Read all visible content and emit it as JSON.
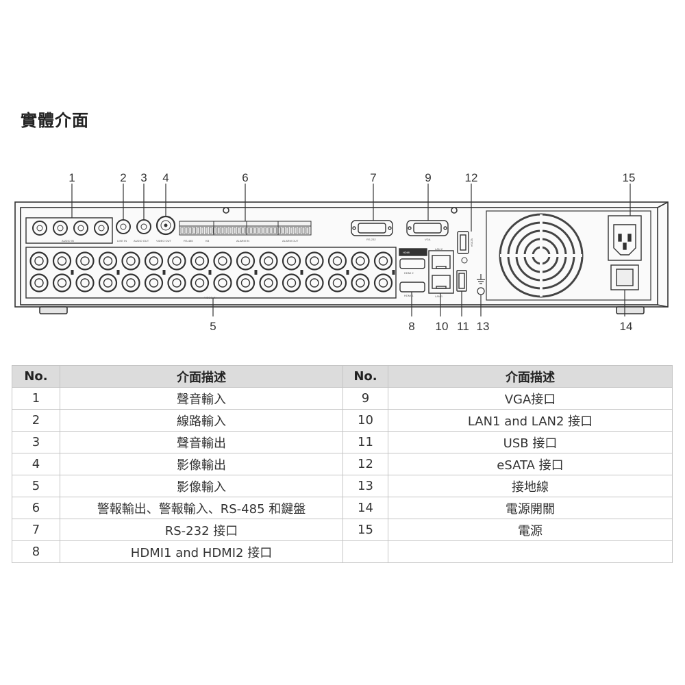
{
  "title": "實體介面",
  "diagram": {
    "callouts": [
      "1",
      "2",
      "3",
      "4",
      "5",
      "6",
      "7",
      "8",
      "9",
      "10",
      "11",
      "12",
      "13",
      "14",
      "15"
    ],
    "panel_labels": {
      "audio_in": "AUDIO IN",
      "line_in": "LINE IN",
      "audio_out": "AUDIO OUT",
      "video_out": "VIDEO OUT",
      "rs485": "RS-485",
      "kb": "KB",
      "alarm_in": "ALARM IN",
      "alarm_out": "ALARM OUT",
      "rs232": "RS-232",
      "vga": "VGA",
      "hdmi": "HDMI",
      "hdmi2": "HDMI 2",
      "hdmi1": "HDMI 1",
      "lan2": "LAN 2",
      "lan1": "LAN 1",
      "esata": "eSATA",
      "video_in": "VIDEO IN"
    }
  },
  "table": {
    "headers": [
      "No.",
      "介面描述",
      "No.",
      "介面描述"
    ],
    "rows": [
      [
        "1",
        "聲音輸入",
        "9",
        "VGA接口"
      ],
      [
        "2",
        "線路輸入",
        "10",
        "LAN1 and LAN2 接口"
      ],
      [
        "3",
        "聲音輸出",
        "11",
        "USB 接口"
      ],
      [
        "4",
        "影像輸出",
        "12",
        "eSATA 接口"
      ],
      [
        "5",
        "影像輸入",
        "13",
        "接地線"
      ],
      [
        "6",
        "警報輸出、警報輸入、RS-485 和鍵盤",
        "14",
        "電源開關"
      ],
      [
        "7",
        "RS-232 接口",
        "15",
        "電源"
      ],
      [
        "8",
        "HDMI1 and HDMI2 接口",
        "",
        ""
      ]
    ]
  }
}
